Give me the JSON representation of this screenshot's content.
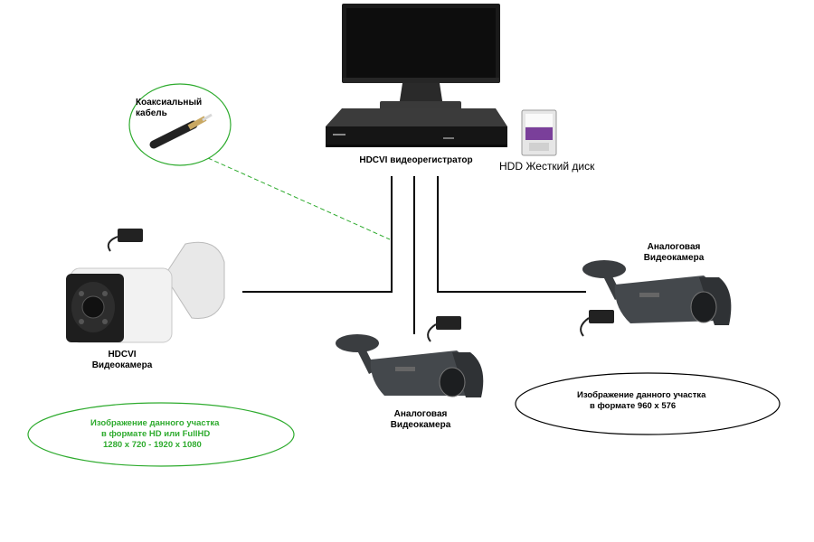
{
  "nodes": {
    "coax": {
      "label_line1": "Коаксиальный",
      "label_line2": "кабель"
    },
    "recorder": {
      "label": "HDCVI видеорегистратор"
    },
    "hdd": {
      "label": "HDD Жесткий диск"
    },
    "hdcvi_camera": {
      "label_line1": "HDCVI",
      "label_line2": "Видеокамера"
    },
    "analog_camera_center": {
      "label_line1": "Аналоговая",
      "label_line2": "Видеокамера"
    },
    "analog_camera_right": {
      "label_line1": "Аналоговая",
      "label_line2": "Видеокамера"
    }
  },
  "notes": {
    "hd_area": {
      "line1": "Изображение данного участка",
      "line2": "в формате HD или FullHD",
      "line3": "1280 x 720 - 1920 x 1080"
    },
    "analog_area": {
      "line1": "Изображение данного участка",
      "line2": "в формате 960 x 576"
    }
  },
  "colors": {
    "green_accent": "#2eab2e",
    "camera_body_dark": "#3a3d40",
    "camera_body_white": "#f2f2f2",
    "line": "#000000",
    "hdd_purple": "#7a3f9a"
  }
}
